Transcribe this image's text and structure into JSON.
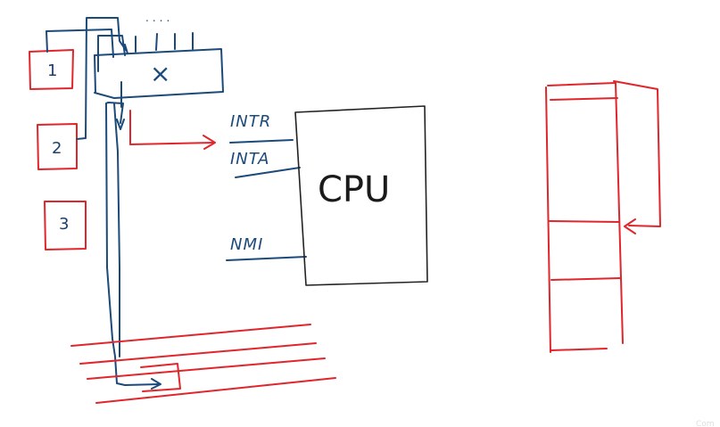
{
  "devices": [
    {
      "label": "1"
    },
    {
      "label": "2"
    },
    {
      "label": "3"
    }
  ],
  "controller": {
    "label": "×",
    "dots": "...."
  },
  "signals": {
    "intr": "INTR",
    "inta": "INTA",
    "nmi": "NMI"
  },
  "cpu": {
    "label": "CPU"
  },
  "watermark": "Com",
  "colors": {
    "red_ink": "#e0262b",
    "blue_ink": "#1c4a7a",
    "black_ink": "#222222"
  }
}
